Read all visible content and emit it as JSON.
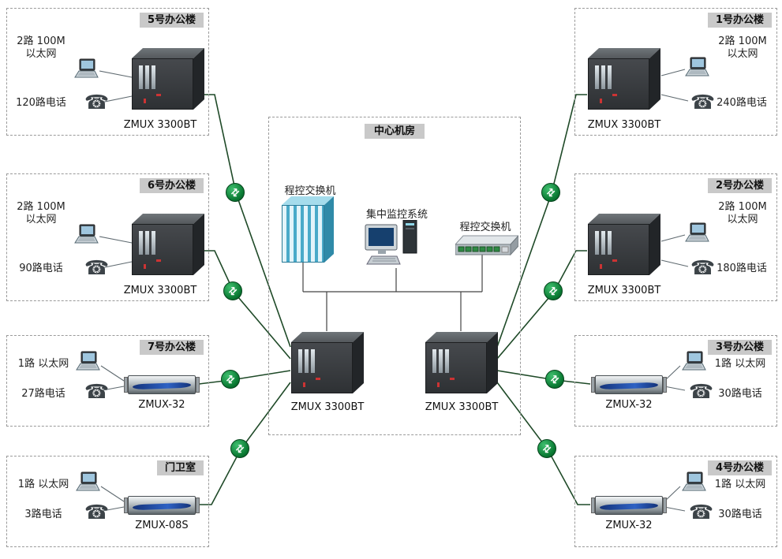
{
  "center": {
    "title": "中心机房",
    "pbx_left_label": "程控交换机",
    "monitor_label": "集中监控系统",
    "pbx_right_label": "程控交换机",
    "mux_left_name": "ZMUX 3300BT",
    "mux_right_name": "ZMUX 3300BT"
  },
  "sites": [
    {
      "title": "5号办公楼",
      "eth_line1": "2路 100M",
      "eth_line2": "以太网",
      "phone": "120路电话",
      "device": "ZMUX 3300BT"
    },
    {
      "title": "6号办公楼",
      "eth_line1": "2路 100M",
      "eth_line2": "以太网",
      "phone": "90路电话",
      "device": "ZMUX 3300BT"
    },
    {
      "title": "7号办公楼",
      "eth_line1": "1路 以太网",
      "eth_line2": "",
      "phone": "27路电话",
      "device": "ZMUX-32"
    },
    {
      "title": "门卫室",
      "eth_line1": "1路 以太网",
      "eth_line2": "",
      "phone": "3路电话",
      "device": "ZMUX-08S"
    },
    {
      "title": "1号办公楼",
      "eth_line1": "2路 100M",
      "eth_line2": "以太网",
      "phone": "240路电话",
      "device": "ZMUX 3300BT"
    },
    {
      "title": "2号办公楼",
      "eth_line1": "2路 100M",
      "eth_line2": "以太网",
      "phone": "180路电话",
      "device": "ZMUX 3300BT"
    },
    {
      "title": "3号办公楼",
      "eth_line1": "1路 以太网",
      "eth_line2": "",
      "phone": "30路电话",
      "device": "ZMUX-32"
    },
    {
      "title": "4号办公楼",
      "eth_line1": "1路 以太网",
      "eth_line2": "",
      "phone": "30路电话",
      "device": "ZMUX-32"
    }
  ],
  "icons": {
    "phone_glyph": "☎",
    "fiber_glyph": "⇄"
  },
  "colors": {
    "backbone_line": "#1f4a28",
    "fiber_green": "#0a7a33",
    "label_bg": "#c9c9c9",
    "box_border": "#9a9a9a"
  }
}
